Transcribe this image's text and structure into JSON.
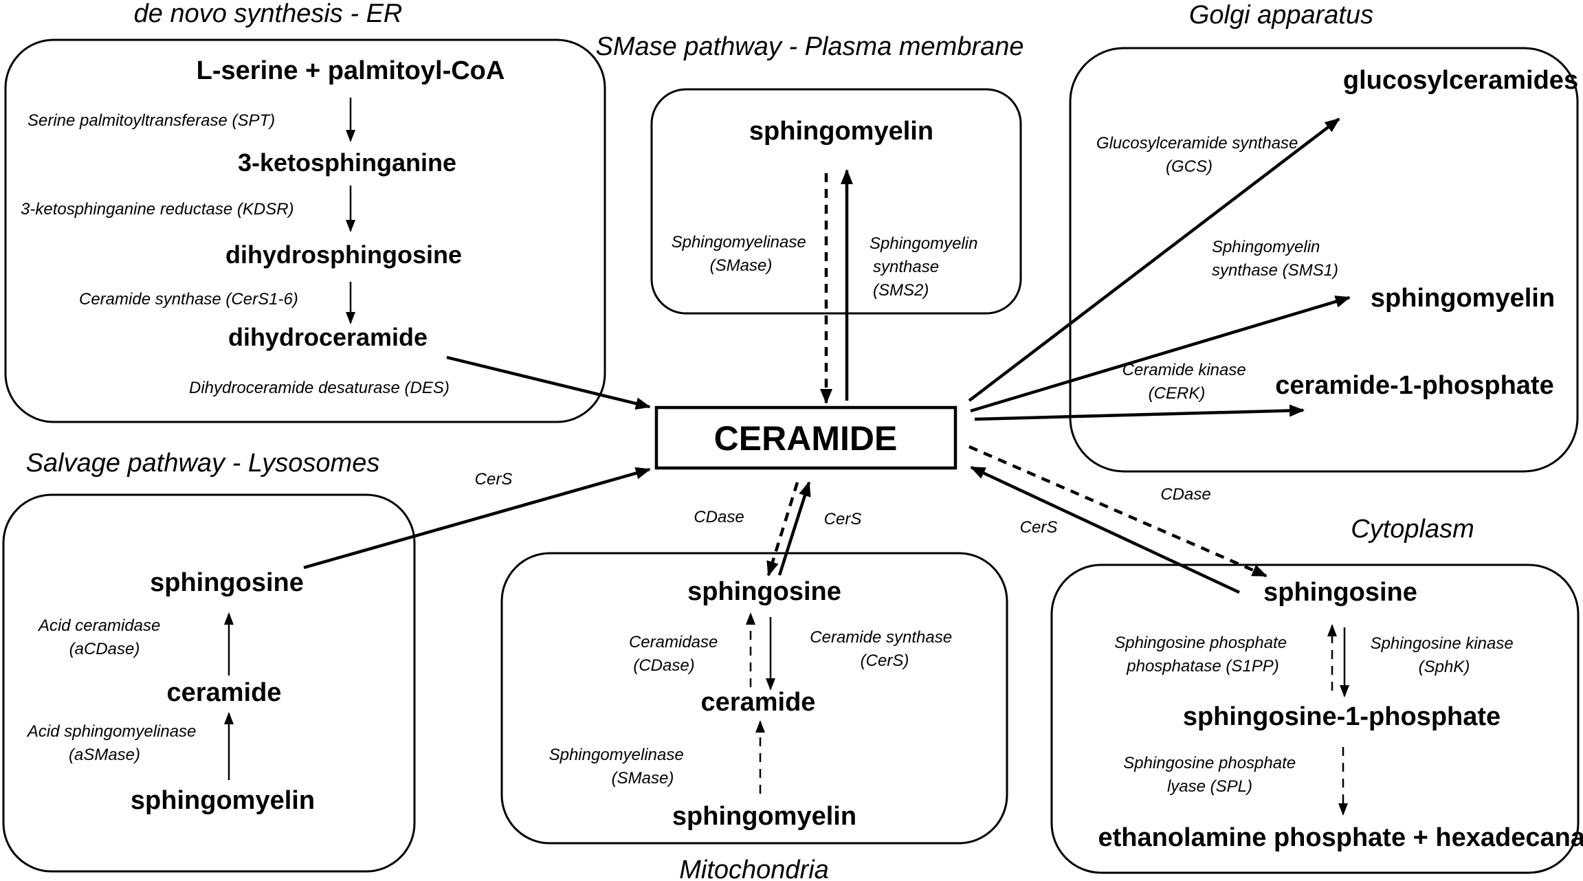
{
  "center": {
    "label": "CERAMIDE"
  },
  "compartments": {
    "denovo": {
      "title": "de novo synthesis - ER",
      "metabolites": [
        "L-serine + palmitoyl-CoA",
        "3-ketosphinganine",
        "dihydrosphingosine",
        "dihydroceramide"
      ],
      "enzymes": [
        "Serine palmitoyltransferase (SPT)",
        "3-ketosphinganine reductase (KDSR)",
        "Ceramide synthase (CerS1-6)",
        "Dihydroceramide desaturase (DES)"
      ]
    },
    "smase": {
      "title": "SMase pathway - Plasma membrane",
      "metabolite": "sphingomyelin",
      "enzyme_left": [
        "Sphingomyelinase",
        "(SMase)"
      ],
      "enzyme_right": [
        "Sphingomyelin",
        "synthase",
        "(SMS2)"
      ]
    },
    "golgi": {
      "title": "Golgi apparatus",
      "metabolites": [
        "glucosylceramides",
        "sphingomyelin",
        "ceramide-1-phosphate"
      ],
      "enzyme_gcs": [
        "Glucosylceramide synthase",
        "(GCS)"
      ],
      "enzyme_sms": [
        "Sphingomyelin",
        "synthase (SMS1)"
      ],
      "enzyme_cerk": [
        "Ceramide kinase",
        "(CERK)"
      ]
    },
    "salvage": {
      "title": "Salvage pathway - Lysosomes",
      "metabolites": [
        "sphingosine",
        "ceramide",
        "sphingomyelin"
      ],
      "enzyme_acdase": [
        "Acid ceramidase",
        "(aCDase)"
      ],
      "enzyme_asmase": [
        "Acid sphingomyelinase",
        "(aSMase)"
      ],
      "link_label": "CerS"
    },
    "mito": {
      "title": "Mitochondria",
      "metabolites": [
        "sphingosine",
        "ceramide",
        "sphingomyelin"
      ],
      "enzyme_cdase": [
        "Ceramidase",
        "(CDase)"
      ],
      "enzyme_cers": [
        "Ceramide synthase",
        "(CerS)"
      ],
      "enzyme_smase": [
        "Sphingomyelinase",
        "(SMase)"
      ],
      "link_left": "CDase",
      "link_right": "CerS"
    },
    "cytoplasm": {
      "title": "Cytoplasm",
      "metabolites": [
        "sphingosine",
        "sphingosine-1-phosphate",
        "ethanolamine phosphate + hexadecanal"
      ],
      "enzyme_s1pp": [
        "Sphingosine phosphate",
        "phosphatase (S1PP)"
      ],
      "enzyme_sphk": [
        "Sphingosine kinase",
        "(SphK)"
      ],
      "enzyme_spl": [
        "Sphingosine phosphate",
        "lyase (SPL)"
      ],
      "link_cdase": "CDase",
      "link_cers": "CerS"
    }
  }
}
